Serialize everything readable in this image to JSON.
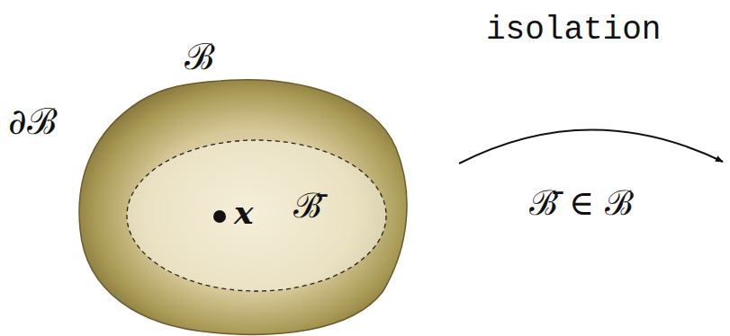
{
  "diagram": {
    "nodes": [
      {
        "text": [
          "ℬ",
          "∂ℬ"
        ]
      },
      {
        "text": [
          "x",
          "ℬ̄"
        ],
        "in": 0
      }
    ],
    "labels": [
      "isolation",
      "ℬ̄ ∈ ℬ"
    ]
  }
}
